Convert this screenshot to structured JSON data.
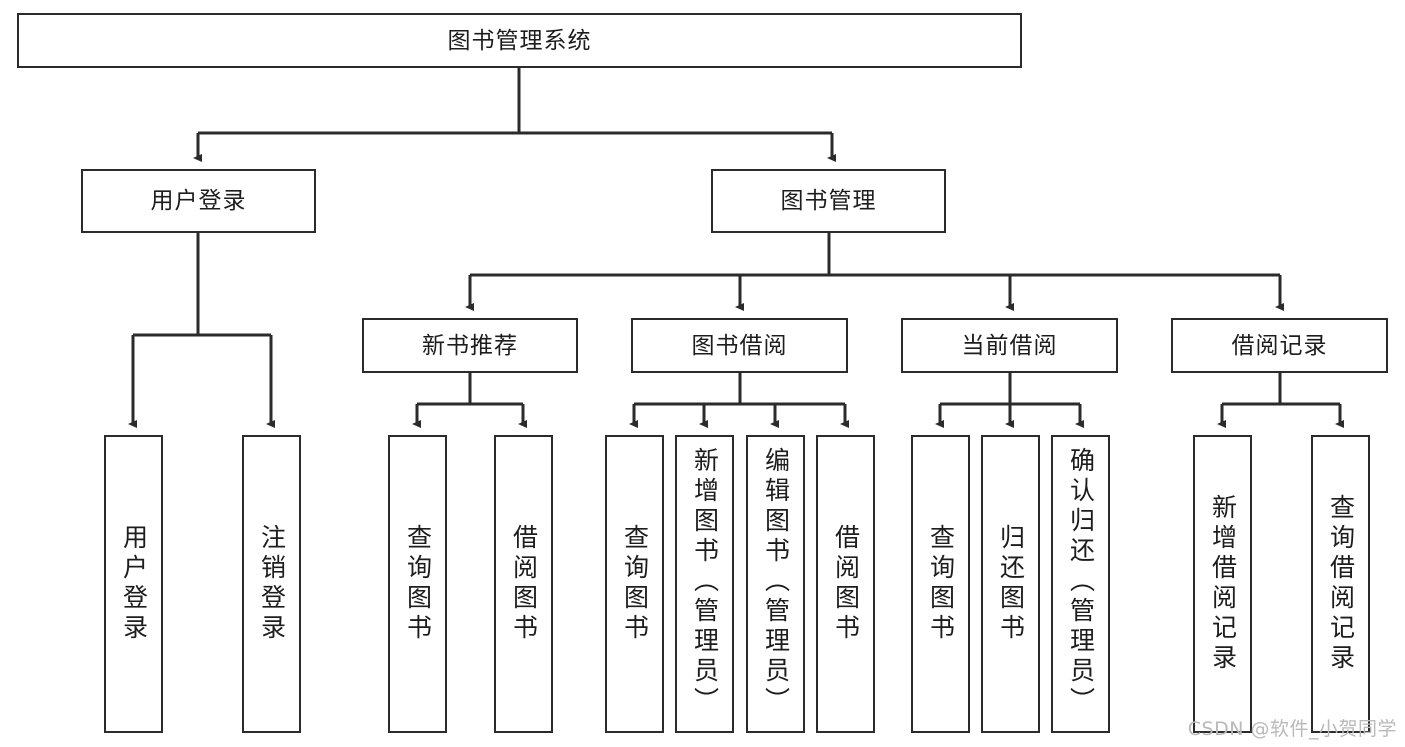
{
  "diagram": {
    "title": "图书管理系统",
    "type": "functional-structure-tree",
    "root": {
      "label": "图书管理系统"
    },
    "level2": [
      {
        "label": "用户登录"
      },
      {
        "label": "图书管理"
      }
    ],
    "level3": [
      {
        "label": "新书推荐"
      },
      {
        "label": "图书借阅"
      },
      {
        "label": "当前借阅"
      },
      {
        "label": "借阅记录"
      }
    ],
    "leaves": {
      "user_login": [
        {
          "label": "用户登录"
        },
        {
          "label": "注销登录"
        }
      ],
      "new_book_recommend": [
        {
          "label": "查询图书"
        },
        {
          "label": "借阅图书"
        }
      ],
      "book_borrow": [
        {
          "label": "查询图书"
        },
        {
          "label": "新增图书（管理员）"
        },
        {
          "label": "编辑图书（管理员）"
        },
        {
          "label": "借阅图书"
        }
      ],
      "current_borrow": [
        {
          "label": "查询图书"
        },
        {
          "label": "归还图书"
        },
        {
          "label": "确认归还（管理员）"
        }
      ],
      "borrow_record": [
        {
          "label": "新增借阅记录"
        },
        {
          "label": "查询借阅记录"
        }
      ]
    }
  },
  "watermark": {
    "text": "CSDN @软件_小贺同学"
  },
  "colors": {
    "stroke": "#2b2b2b",
    "background": "#ffffff",
    "text": "#1d1d1d",
    "watermark": "#b9b9b9"
  }
}
